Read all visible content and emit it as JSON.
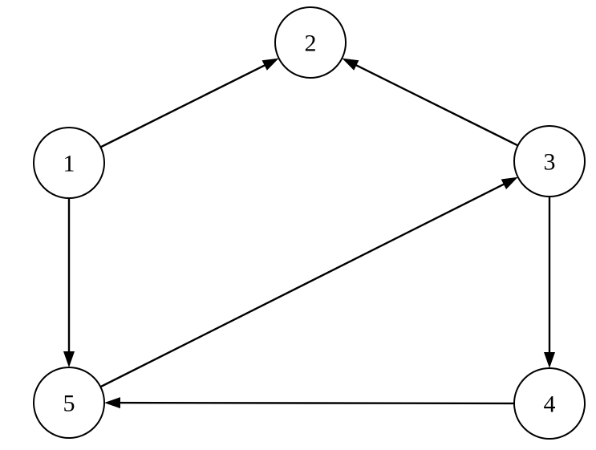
{
  "graph": {
    "nodes": [
      {
        "id": "1",
        "label": "1"
      },
      {
        "id": "2",
        "label": "2"
      },
      {
        "id": "3",
        "label": "3"
      },
      {
        "id": "4",
        "label": "4"
      },
      {
        "id": "5",
        "label": "5"
      }
    ],
    "edges": [
      {
        "from": "1",
        "to": "2"
      },
      {
        "from": "3",
        "to": "2"
      },
      {
        "from": "1",
        "to": "5"
      },
      {
        "from": "5",
        "to": "3"
      },
      {
        "from": "3",
        "to": "4"
      },
      {
        "from": "4",
        "to": "5"
      }
    ],
    "colors": {
      "stroke": "#000000",
      "fill": "#ffffff"
    }
  }
}
